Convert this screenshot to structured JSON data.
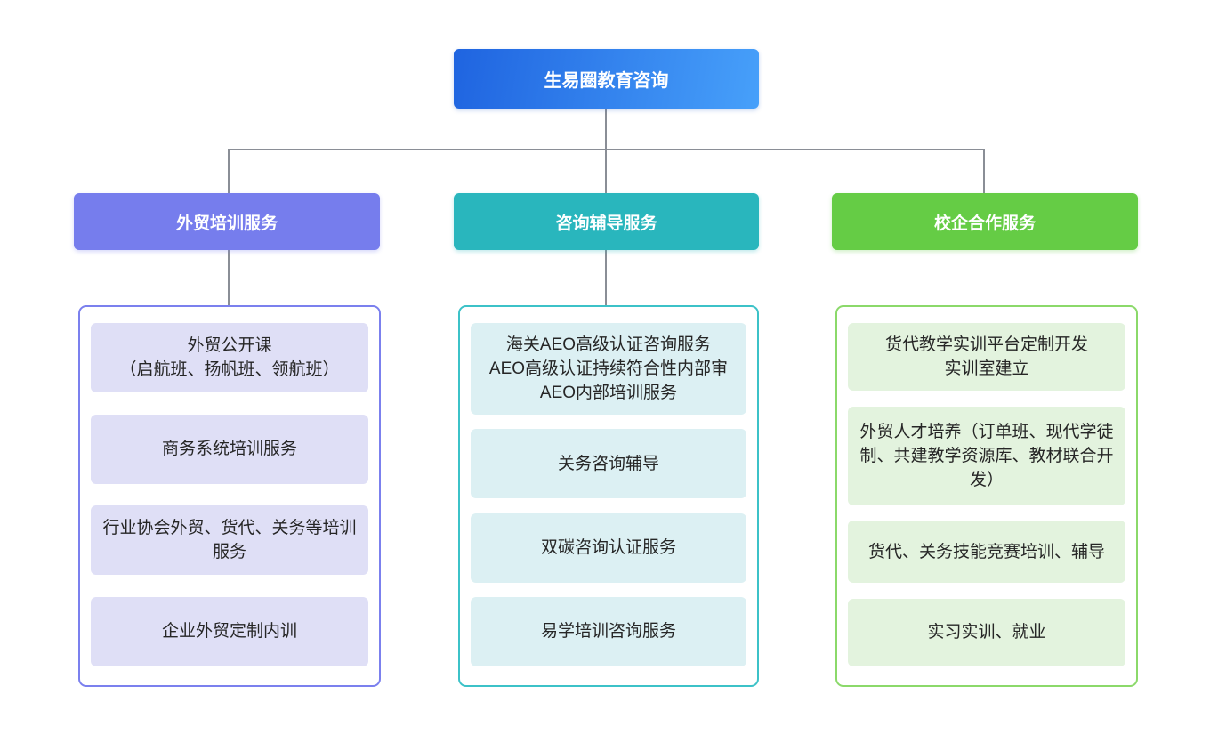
{
  "root": {
    "label": "生易圈教育咨询"
  },
  "colors": {
    "root_gradient_start": "#1f64e0",
    "root_gradient_end": "#47a0fa",
    "connector": "#8a8e96",
    "branches": [
      {
        "header_bg": "#767ded",
        "box_border": "#7b80ee",
        "item_bg": "#dfdff6"
      },
      {
        "header_bg": "#29b6bd",
        "box_border": "#3cc2c8",
        "item_bg": "#dcf0f3"
      },
      {
        "header_bg": "#65cc45",
        "box_border": "#8bd96a",
        "item_bg": "#e3f3de"
      }
    ]
  },
  "branches": [
    {
      "label": "外贸培训服务",
      "items": [
        "外贸公开课\n（启航班、扬帆班、领航班）",
        "商务系统培训服务",
        "行业协会外贸、货代、关务等培训服务",
        "企业外贸定制内训"
      ]
    },
    {
      "label": "咨询辅导服务",
      "items": [
        "海关AEO高级认证咨询服务\nAEO高级认证持续符合性内部审\nAEO内部培训服务",
        "关务咨询辅导",
        "双碳咨询认证服务",
        "易学培训咨询服务"
      ]
    },
    {
      "label": "校企合作服务",
      "items": [
        "货代教学实训平台定制开发\n实训室建立",
        "外贸人才培养（订单班、现代学徒制、共建教学资源库、教材联合开发）",
        "货代、关务技能竞赛培训、辅导",
        "实习实训、就业"
      ]
    }
  ]
}
